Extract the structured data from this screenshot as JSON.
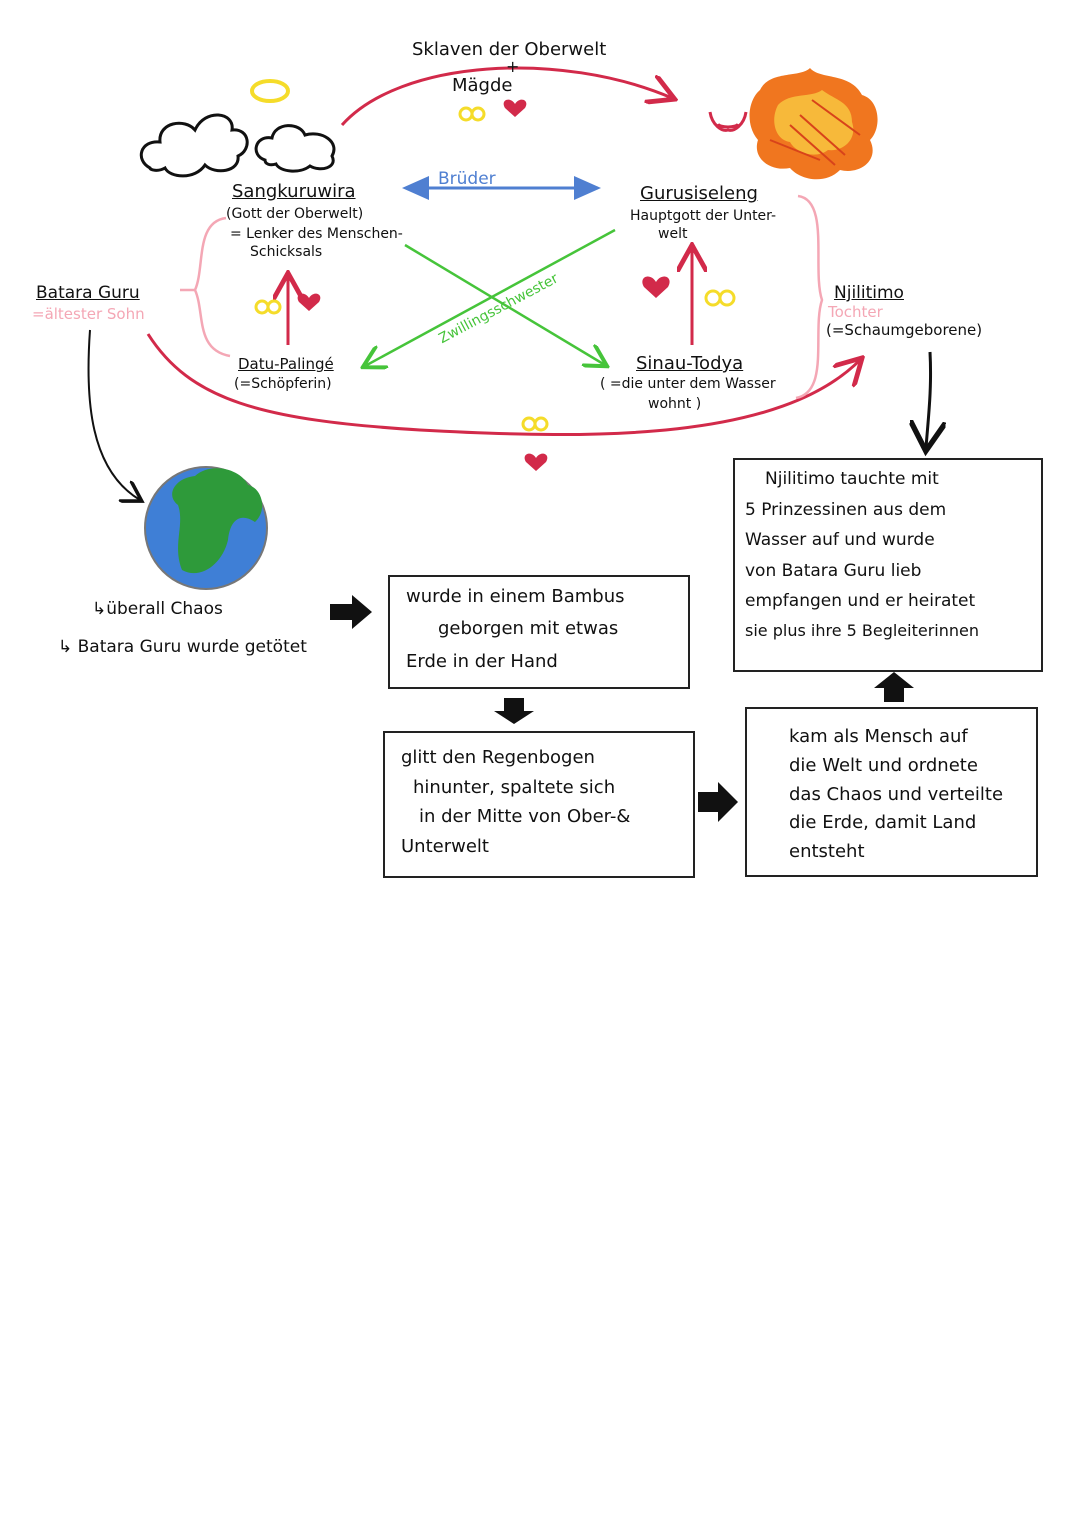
{
  "top": {
    "slaves_line1": "Sklaven der Oberwelt",
    "plus": "+",
    "slaves_line2": "Mägde"
  },
  "gods": {
    "sangkuruwira": {
      "name": "Sangkuruwira",
      "desc1": "(Gott der Oberwelt)",
      "desc2": "= Lenker des Menschen-",
      "desc3": "Schicksals"
    },
    "gurusiseleng": {
      "name": "Gurusiseleng",
      "desc1": "Hauptgott der Unter-",
      "desc2": "welt"
    },
    "datu_palinge": {
      "name": "Datu-Palingé",
      "desc1": "(=Schöpferin)"
    },
    "sinau_todya": {
      "name": "Sinau-Todya",
      "desc1": "( =die unter dem Wasser",
      "desc2": "wohnt )"
    },
    "batara_guru": {
      "name": "Batara Guru",
      "desc1": "=ältester Sohn"
    },
    "njilitimo": {
      "name": "Njilitimo",
      "desc1": "Tochter",
      "desc2": "(=Schaumgeborene)"
    }
  },
  "relations": {
    "brothers": "Brüder",
    "twin_sister": "Zwillingsschwester"
  },
  "earth_notes": {
    "chaos": "↳überall Chaos",
    "killed": "↳ Batara Guru wurde getötet"
  },
  "boxes": {
    "bamboo": [
      "wurde in einem Bambus",
      "geborgen mit etwas",
      "Erde in der Hand"
    ],
    "rainbow": [
      "glitt den Regenbogen",
      "hinunter, spaltete sich",
      "in der Mitte von Ober-&",
      "Unterwelt"
    ],
    "human": [
      "kam als Mensch auf",
      "die Welt und ordnete",
      "das Chaos und verteilte",
      "die Erde, damit Land",
      "entsteht"
    ],
    "njilitimo": [
      "Njilitimo tauchte mit",
      "5 Prinzessinen aus dem",
      "Wasser auf und wurde",
      "von Batara Guru lieb",
      "empfangen und er heiratet",
      "sie plus ihre 5 Begleiterinnen"
    ]
  },
  "colors": {
    "red": "#d22a4a",
    "green": "#46c43a",
    "blue": "#4f7fd1",
    "pink": "#f4a7b5",
    "yellow": "#f5dc2a",
    "earth_blue": "#3f7fd6",
    "earth_green": "#2e9a3a"
  }
}
